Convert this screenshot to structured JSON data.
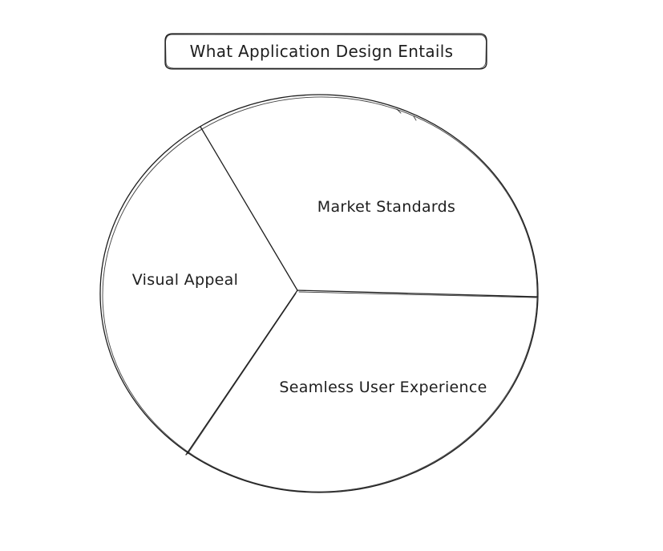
{
  "diagram": {
    "title": "What Application Design Entails",
    "segments": [
      {
        "label": "Market Standards"
      },
      {
        "label": "Visual Appeal"
      },
      {
        "label": "Seamless User Experience"
      }
    ],
    "stroke_color": "#1e1e1e",
    "background_color": "#ffffff"
  }
}
